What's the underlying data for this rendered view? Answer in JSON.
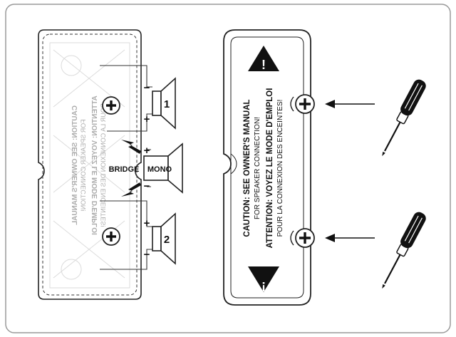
{
  "speakers": {
    "speaker_1": "1",
    "speaker_2": "2",
    "mono": "MONO",
    "bridge": "BRIDGE",
    "plus": "+",
    "minus": "−"
  },
  "cover": {
    "caution_line1": "CAUTION: SEE OWNER'S MANUAL",
    "caution_line2": "FOR SPEAKER CONNECTION!",
    "attention_line1": "ATTENTION: VOYEZ LE MODE D'EMPLOI",
    "attention_line2": "POUR LA CONNEXION DES ENCEINTES!",
    "warning_symbol": "!"
  },
  "icons": [
    "screw-icon",
    "screwdriver-icon",
    "arrow-icon",
    "warning-triangle-icon",
    "speaker-icon",
    "lightning-icon"
  ],
  "colors": {
    "line": "#222222",
    "frame": "#9a9a9a",
    "faint": "#bdbdbd"
  }
}
